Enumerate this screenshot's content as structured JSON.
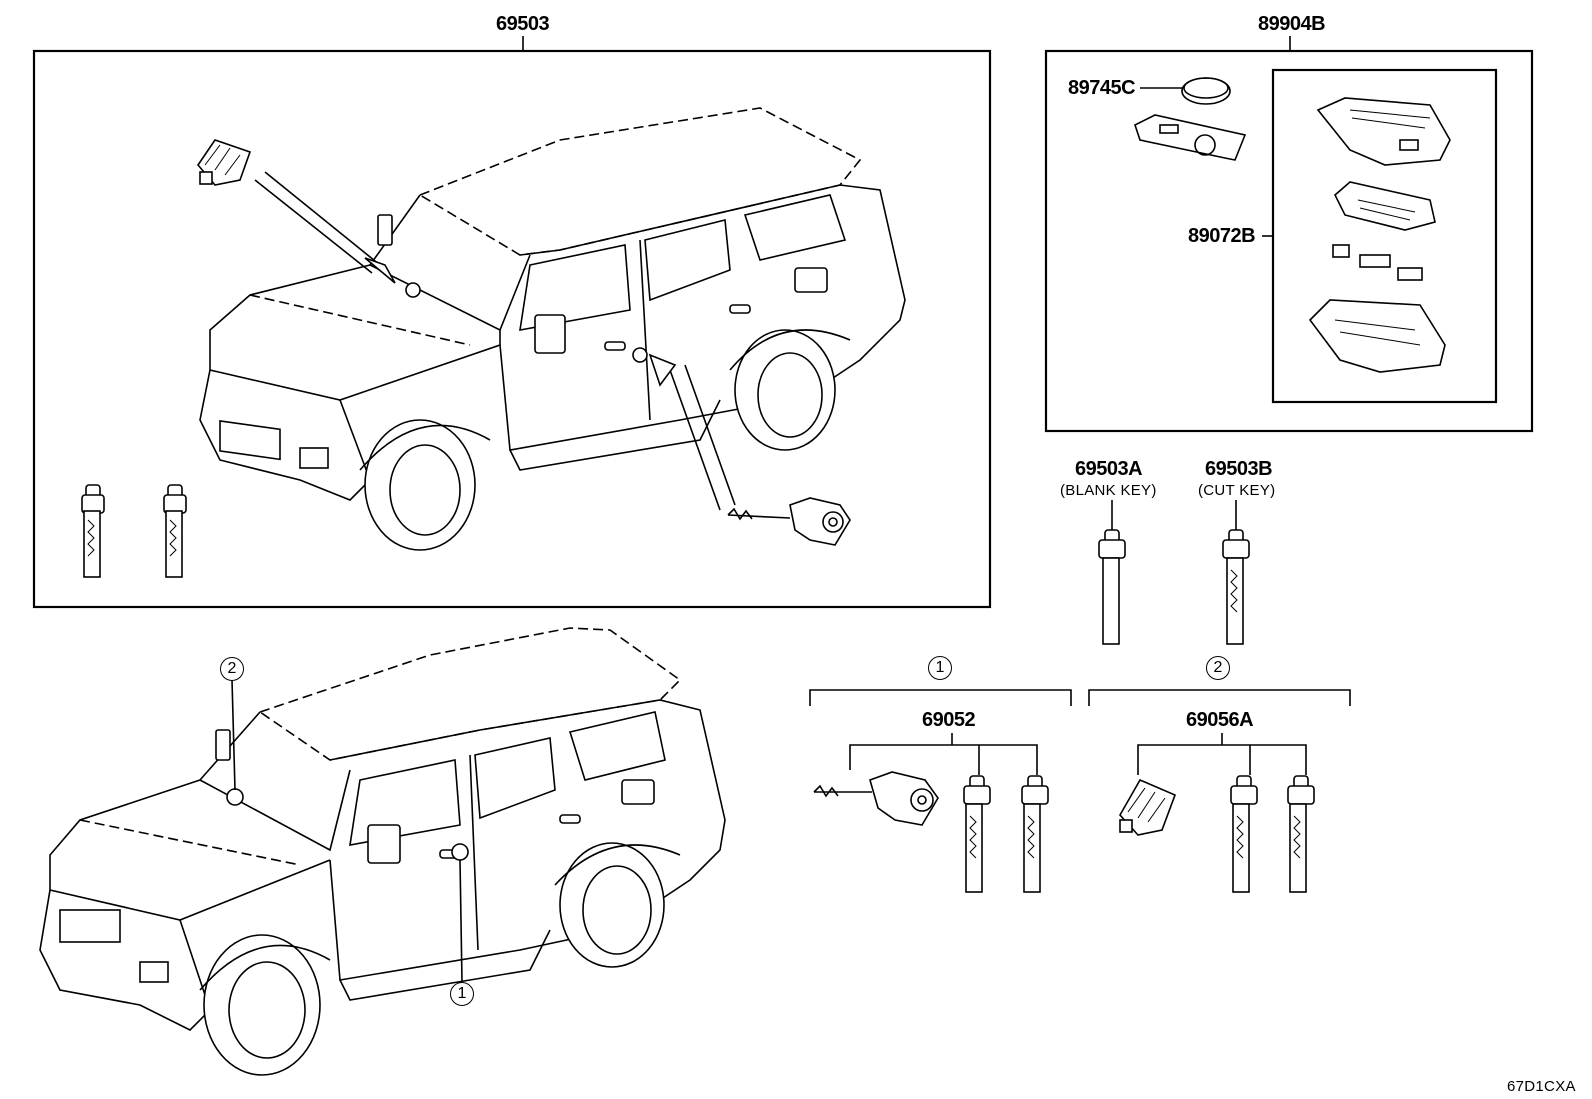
{
  "parts": {
    "p69503": "69503",
    "p89904B": "89904B",
    "p89745C": "89745C",
    "p89072B": "89072B",
    "p69503A": "69503A",
    "p69503A_note": "(BLANK KEY)",
    "p69503B": "69503B",
    "p69503B_note": "(CUT KEY)",
    "p69052": "69052",
    "p69056A": "69056A"
  },
  "callouts": {
    "one": "1",
    "two": "2"
  },
  "diagram_code": "67D1CXA"
}
